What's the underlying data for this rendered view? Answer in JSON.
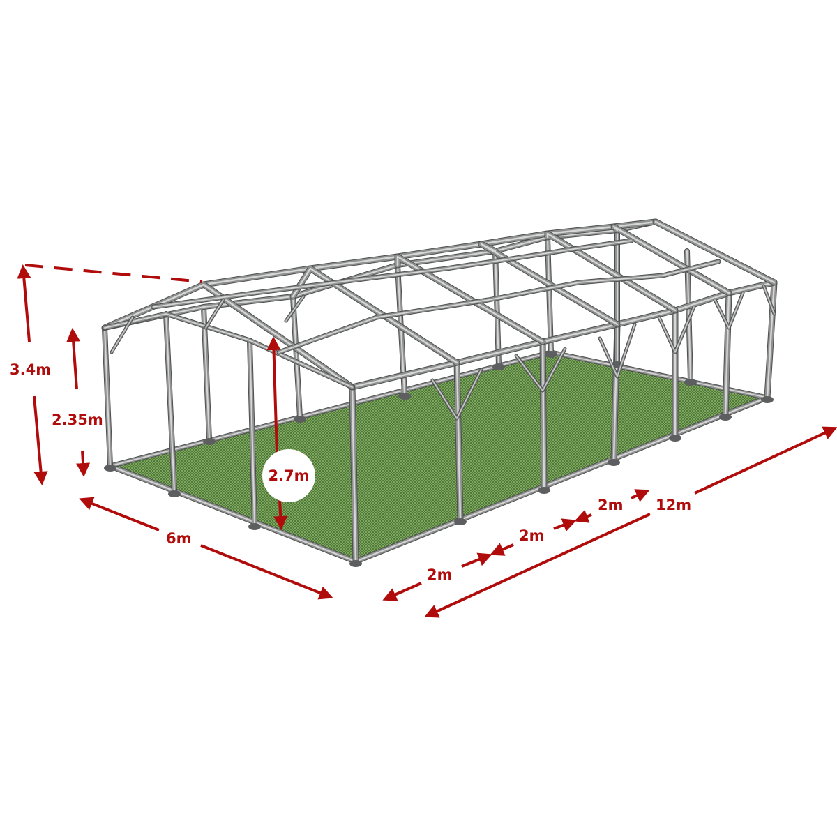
{
  "diagram": {
    "subject": "Tent frame structure",
    "colors": {
      "dimension": "#b00c0c",
      "floor": "#6f9a52",
      "pipe": "#a3a4a5",
      "background": "#ffffff"
    },
    "dimensions": {
      "total_height": "3.4m",
      "side_wall_height": "2.35m",
      "ridge_height": "2.7m",
      "width": "6m",
      "bay_1": "2m",
      "bay_2": "2m",
      "bay_3": "2m",
      "length": "12m"
    }
  }
}
